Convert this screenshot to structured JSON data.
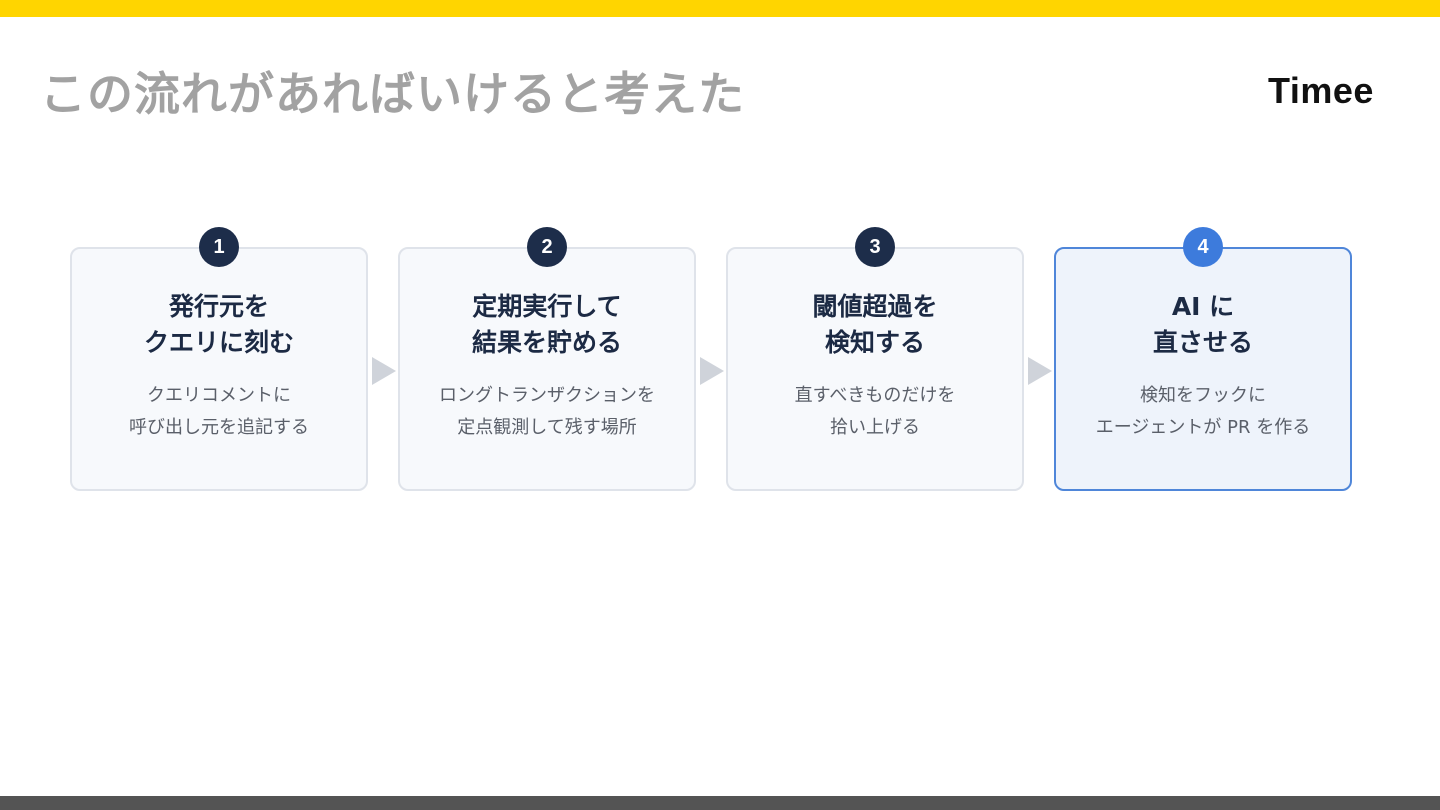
{
  "slide": {
    "title": "この流れがあればいけると考えた",
    "logo": "Timee"
  },
  "steps": [
    {
      "number": "1",
      "title": [
        "発行元を",
        "クエリに刻む"
      ],
      "desc": [
        "クエリコメントに",
        "呼び出し元を追記する"
      ]
    },
    {
      "number": "2",
      "title": [
        "定期実行して",
        "結果を貯める"
      ],
      "desc": [
        "ロングトランザクションを",
        "定点観測して残す場所"
      ]
    },
    {
      "number": "3",
      "title": [
        "閾値超過を",
        "検知する"
      ],
      "desc": [
        "直すべきものだけを",
        "拾い上げる"
      ]
    },
    {
      "number": "4",
      "title": [
        "AI に",
        "直させる"
      ],
      "desc": [
        "検知をフックに",
        "エージェントが PR を作る"
      ],
      "highlighted": true
    }
  ],
  "colors": {
    "top_bar": "#FFD500",
    "bottom_bar": "#545454",
    "title_gray": "#A2A2A2",
    "badge_navy": "#1D2D4A",
    "accent_blue": "#3D7BDC"
  }
}
